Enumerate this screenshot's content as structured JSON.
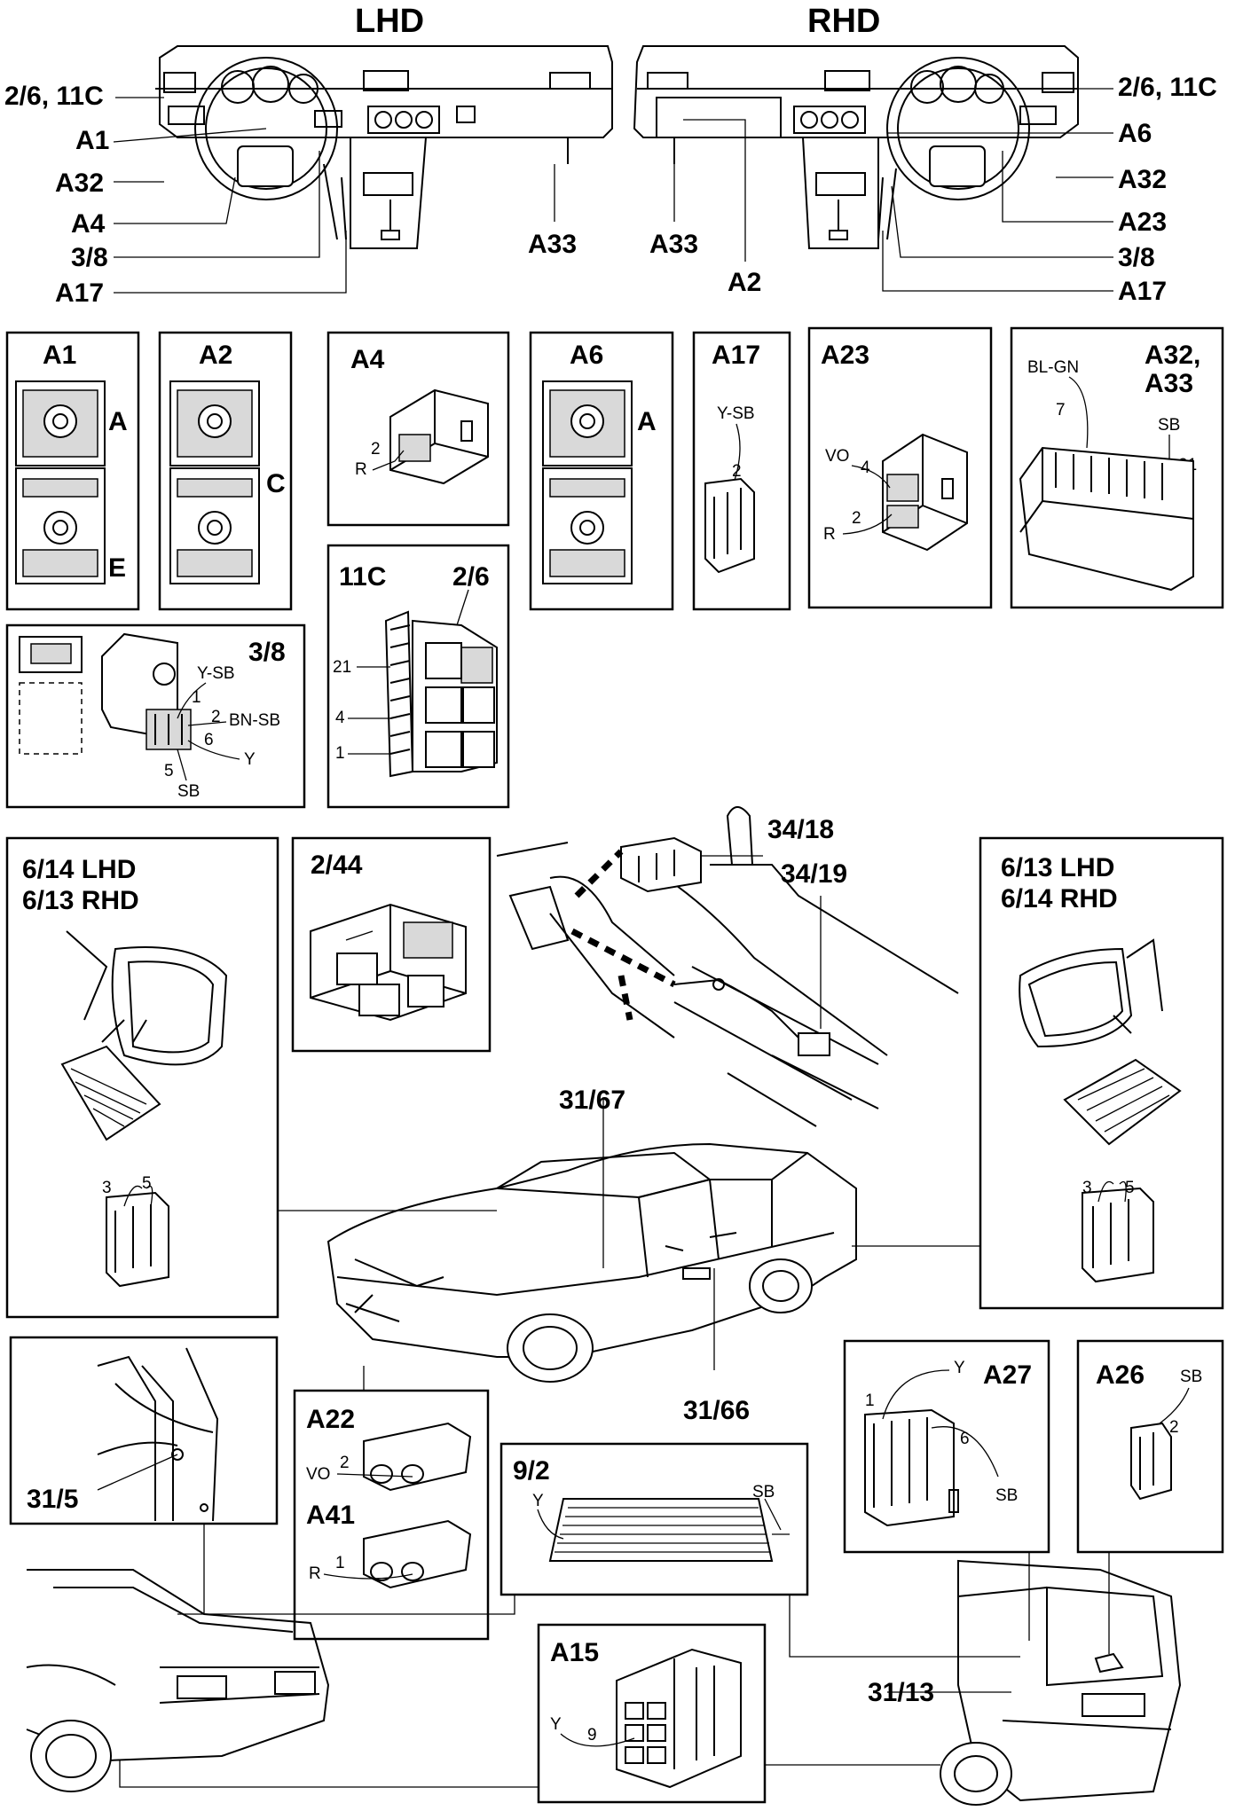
{
  "title_lhd": "LHD",
  "title_rhd": "RHD",
  "dash_lhd": {
    "labels": [
      "2/6, 11C",
      "A1",
      "A32",
      "A4",
      "3/8",
      "A17",
      "A33"
    ]
  },
  "dash_rhd": {
    "labels": [
      "2/6, 11C",
      "A6",
      "A32",
      "A23",
      "3/8",
      "A17",
      "A33",
      "A2"
    ]
  },
  "connectors": {
    "a1": {
      "title": "A1",
      "letter_top": "A",
      "letter_bottom": "E"
    },
    "a2": {
      "title": "A2",
      "letter": "C"
    },
    "a4": {
      "title": "A4",
      "pin": "2",
      "wire": "R"
    },
    "a6": {
      "title": "A6",
      "letter": "A"
    },
    "a17": {
      "title": "A17",
      "wire": "Y-SB",
      "pin": "2"
    },
    "a23": {
      "title": "A23",
      "wire1": "VO",
      "pin1": "4",
      "wire2": "R",
      "pin2": "2"
    },
    "a32": {
      "title1": "A32,",
      "title2": "A33",
      "wire1": "BL-GN",
      "pin1": "7",
      "wire2": "SB",
      "pin2": "21"
    },
    "s38": {
      "title": "3/8",
      "wire_ysb": "Y-SB",
      "pin1": "1",
      "pin2": "2",
      "wire_bnsb": "BN-SB",
      "pin6": "6",
      "wire_y": "Y",
      "pin5": "5",
      "wire_sb": "SB"
    },
    "c11": {
      "title1": "11C",
      "title2": "2/6",
      "pin21": "21",
      "pin4": "4",
      "pin1": "1"
    }
  },
  "mid": {
    "mirror_left": {
      "line1": "6/14 LHD",
      "line2": "6/13 RHD",
      "pin_a": "3",
      "pin_b": "5"
    },
    "mirror_right": {
      "line1": "6/13 LHD",
      "line2": "6/14 RHD",
      "pin_a": "3",
      "pin_b": "5"
    },
    "c244": "2/44",
    "c3418": "34/18",
    "c3419": "34/19",
    "c3167": "31/67",
    "c3166": "31/66"
  },
  "bottom": {
    "c315": "31/5",
    "a22": {
      "title": "A22",
      "wire": "VO",
      "pin": "2"
    },
    "a41": {
      "title": "A41",
      "wire": "R",
      "pin": "1"
    },
    "c92": {
      "title": "9/2",
      "wire_y": "Y",
      "wire_sb": "SB"
    },
    "a15": {
      "title": "A15",
      "wire": "Y",
      "pin": "9"
    },
    "a27": {
      "title": "A27",
      "pin1": "1",
      "wire_y": "Y",
      "pin6": "6",
      "wire_sb": "SB"
    },
    "a26": {
      "title": "A26",
      "wire": "SB",
      "pin": "2"
    },
    "c3113": "31/13"
  }
}
